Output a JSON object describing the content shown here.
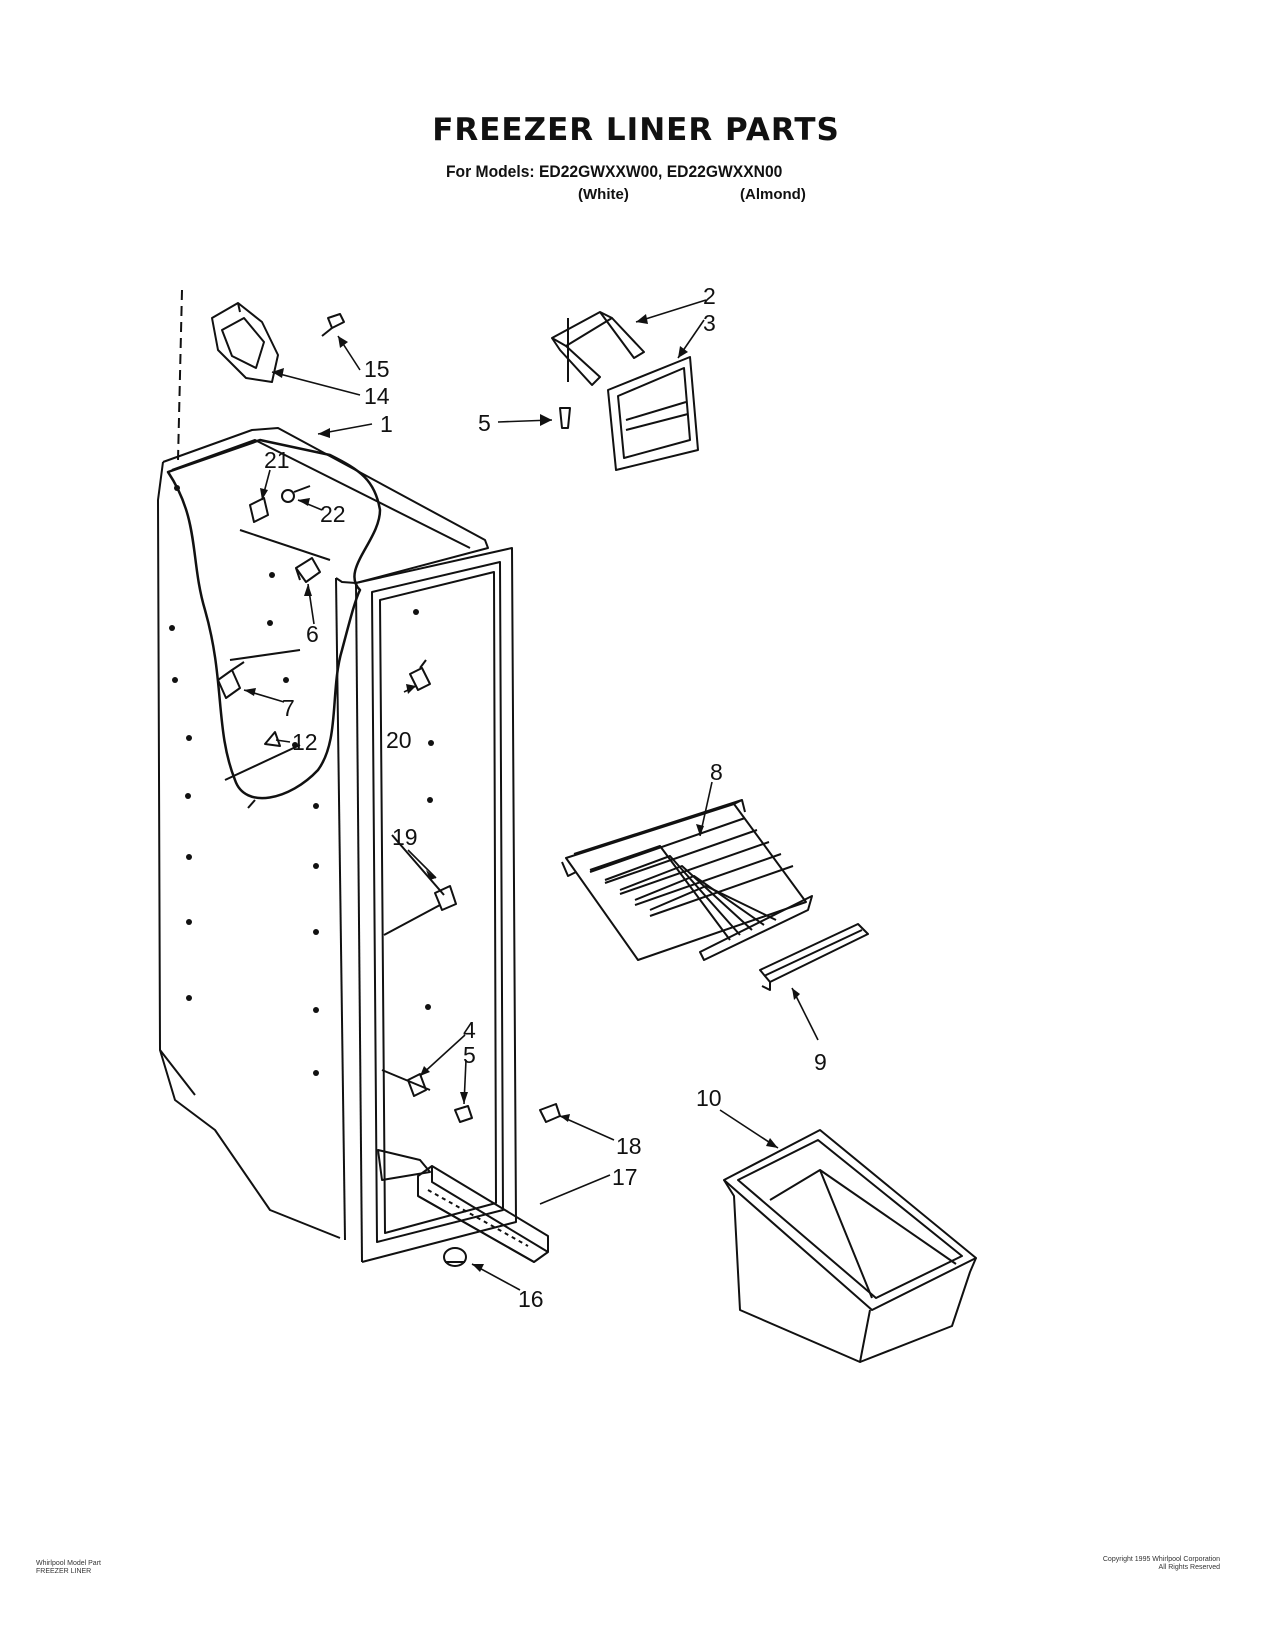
{
  "title": "FREEZER LINER PARTS",
  "models_line": "For Models: ED22GWXXW00, ED22GWXXN00",
  "color_white": "(White)",
  "color_almond": "(Almond)",
  "callouts": {
    "c1": "1",
    "c2": "2",
    "c3": "3",
    "c4": "4",
    "c5a": "5",
    "c5b": "5",
    "c6": "6",
    "c7": "7",
    "c8": "8",
    "c9": "9",
    "c10": "10",
    "c12": "12",
    "c14": "14",
    "c15": "15",
    "c16": "16",
    "c17": "17",
    "c18": "18",
    "c19": "19",
    "c20": "20",
    "c21": "21",
    "c22": "22"
  },
  "footer_left": [
    "Whirlpool Model Part",
    "FREEZER LINER"
  ],
  "footer_right": [
    "Copyright 1995 Whirlpool Corporation",
    "All Rights Reserved"
  ]
}
